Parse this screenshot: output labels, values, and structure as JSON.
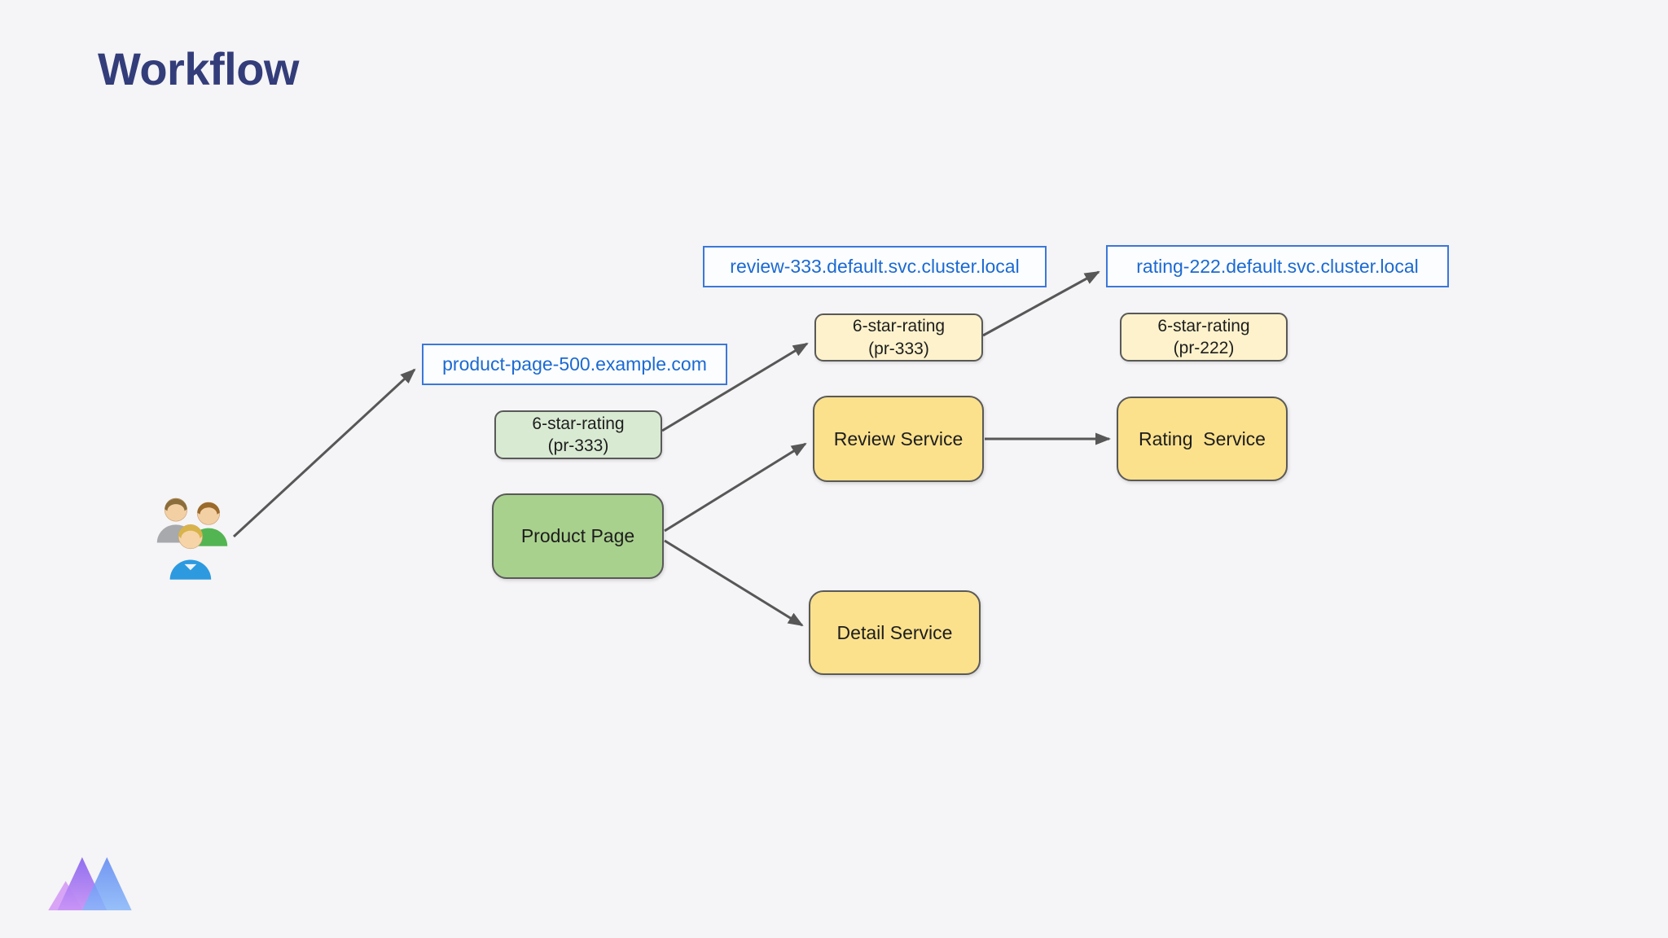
{
  "slide": {
    "title": "Workflow"
  },
  "colors": {
    "bg": "#f5f4f6",
    "title-color": "#333d7a",
    "arrow": "#575757",
    "node-border": "#595959",
    "url-bg": "#fcfdff",
    "url-border": "#3b78d8",
    "url-text": "#1b6ad1",
    "service-fill": "#fbe18c",
    "chip-yellow-fill": "#fdf2cc",
    "green-fill": "#a9d18e",
    "chip-green-fill": "#d9ead3"
  },
  "nodes": {
    "url_product": {
      "label": "product-page-500.example.com"
    },
    "url_review": {
      "label": "review-333.default.svc.cluster.local"
    },
    "url_rating": {
      "label": "rating-222.default.svc.cluster.local"
    },
    "chip_green": {
      "line1": "6-star-rating",
      "line2": "(pr-333)"
    },
    "chip_review": {
      "line1": "6-star-rating",
      "line2": "(pr-333)"
    },
    "chip_rating": {
      "line1": "6-star-rating",
      "line2": "(pr-222)"
    },
    "product_page": {
      "label": "Product Page"
    },
    "review_service": {
      "label": "Review Service"
    },
    "rating_service": {
      "label": "Rating  Service"
    },
    "detail_service": {
      "label": "Detail Service"
    }
  },
  "edges": [
    {
      "from": "users",
      "to": "url_product"
    },
    {
      "from": "chip_green",
      "to": "chip_review"
    },
    {
      "from": "chip_review",
      "to": "url_rating"
    },
    {
      "from": "product_page",
      "to": "review_service"
    },
    {
      "from": "product_page",
      "to": "detail_service"
    },
    {
      "from": "review_service",
      "to": "rating_service"
    }
  ],
  "icons": {
    "users": "users-group-icon",
    "logo": "triangle-m-logo"
  }
}
